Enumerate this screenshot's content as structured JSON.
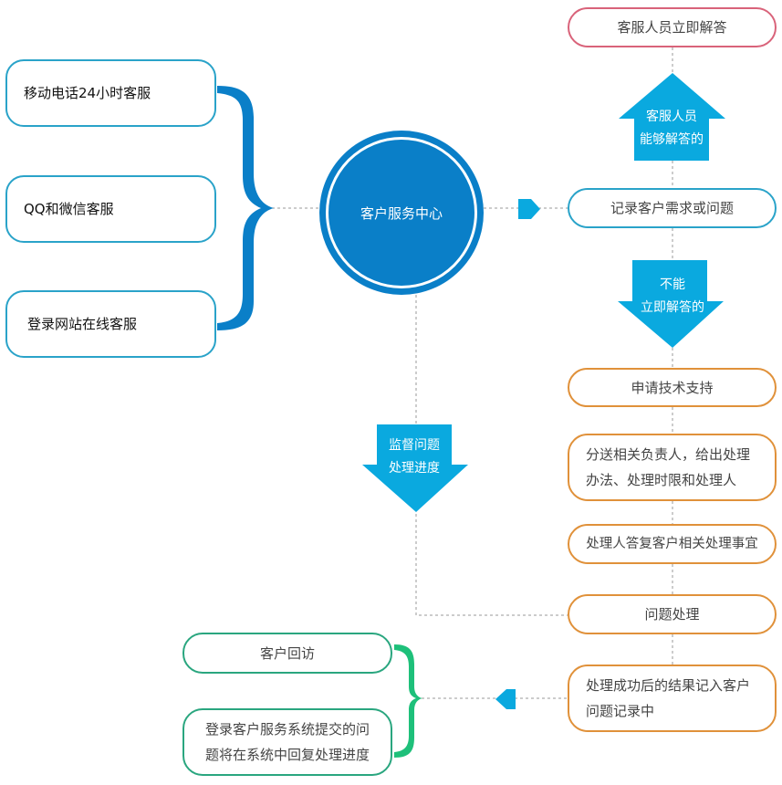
{
  "colors": {
    "primary_blue": "#0a7fc8",
    "arrow_blue": "#0aa9df",
    "teal_border": "#2aa3c9",
    "pink_border": "#d9637a",
    "orange_border": "#e0913a",
    "green_border": "#2aa67f",
    "green_brace": "#1ec07a",
    "connector": "#999999"
  },
  "channels": [
    {
      "label": "移动电话24小时客服"
    },
    {
      "label": "QQ和微信客服"
    },
    {
      "label": "登录网站在线客服"
    }
  ],
  "center": {
    "label": "客户服务中心"
  },
  "right_flow": {
    "immediate_answer": "客服人员立即解答",
    "up_arrow": {
      "line1": "客服人员",
      "line2": "能够解答的"
    },
    "record_request": "记录客户需求或问题",
    "down_arrow": {
      "line1": "不能",
      "line2": "立即解答的"
    },
    "tech_support": "申请技术支持",
    "dispatch": {
      "line1": "分送相关负责人，给出处理",
      "line2": "办法、处理时限和处理人"
    },
    "reply": "处理人答复客户相关处理事宜",
    "handle": "问题处理",
    "result_record": {
      "line1": "处理成功后的结果记入客户",
      "line2": "问题记录中"
    }
  },
  "supervise_arrow": {
    "line1": "监督问题",
    "line2": "处理进度"
  },
  "followup": [
    {
      "label": "客户回访"
    },
    {
      "line1": "登录客户服务系统提交的问",
      "line2": "题将在系统中回复处理进度"
    }
  ]
}
